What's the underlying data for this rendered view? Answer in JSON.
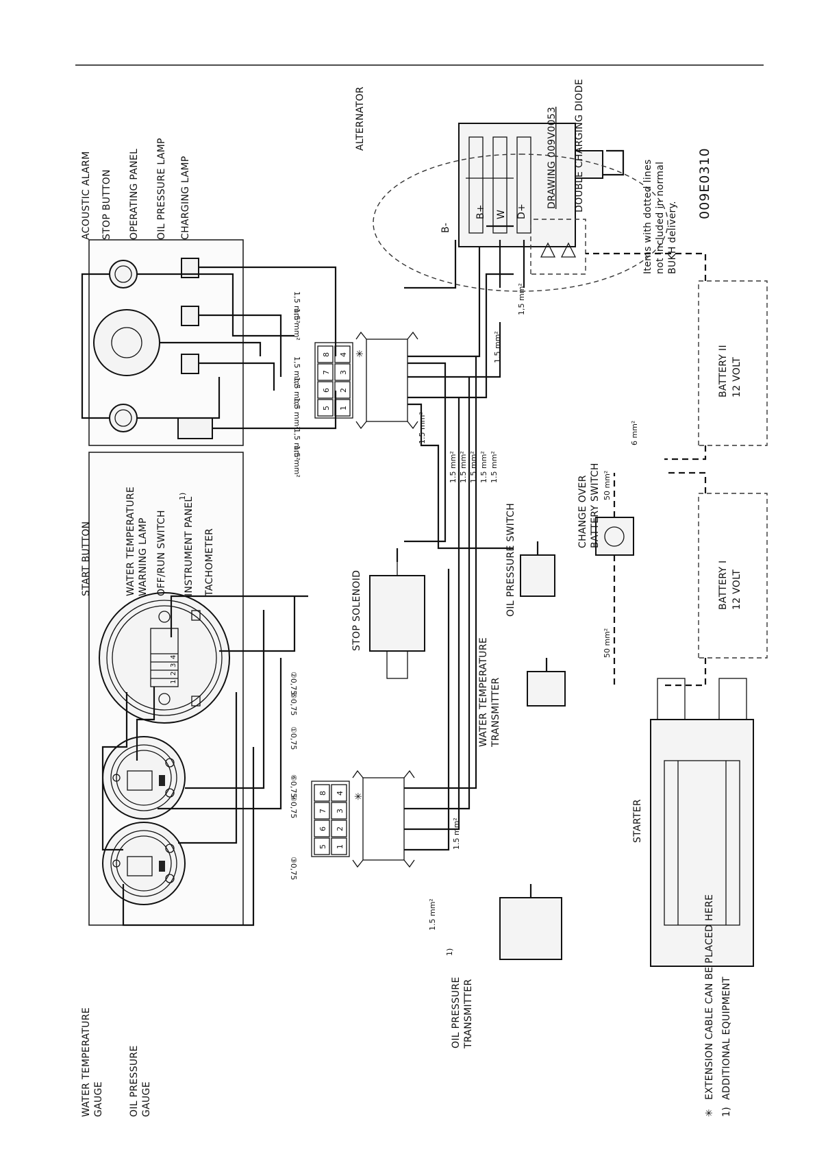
{
  "labels": {
    "water_temp_gauge": [
      "WATER TEMPERATURE",
      "GAUGE"
    ],
    "oil_pressure_gauge": [
      "OIL PRESSURE",
      "GAUGE"
    ],
    "start_button": "START BUTTON",
    "water_temp_lamp": [
      "WATER TEMPERATURE",
      "WARNING LAMP"
    ],
    "off_run_switch": "OFF/RUN SWITCH",
    "instrument_panel": "INSTRUMENT PANEL",
    "instrument_panel_note": "1)",
    "tachometer": "TACHOMETER",
    "acoustic_alarm": "ACOUSTIC ALARM",
    "stop_button": "STOP BUTTON",
    "operating_panel": "OPERATING PANEL",
    "oil_pressure_lamp": "OIL PRESSURE LAMP",
    "charging_lamp": "CHARGING LAMP",
    "alternator": "ALTERNATOR",
    "drawing_ref": "DRAWING 009V0053",
    "double_charging_diode": "DOUBLE CHARGING DIODE",
    "dotted_note": [
      "Items with dotted lines",
      "not included in normal",
      "BUKH delivery."
    ],
    "code": "009E0310",
    "stop_solenoid": "STOP SOLENOID",
    "oil_pressure_switch": "OIL PRESSURE SWITCH",
    "water_temp_transmitter": [
      "WATER TEMPERATURE",
      "TRANSMITTER"
    ],
    "oil_pressure_transmitter": [
      "OIL PRESSURE",
      "TRANSMITTER"
    ],
    "oil_pressure_transmitter_note": "1)",
    "starter": "STARTER",
    "change_over_switch": [
      "CHANGE OVER",
      "BATTERY SWITCH"
    ],
    "battery_1": [
      "BATTERY I",
      "12 VOLT"
    ],
    "battery_2": [
      "BATTERY II",
      "12 VOLT"
    ],
    "footnote_1": "EXTENSION CABLE CAN BE PLACED HERE",
    "footnote_2": "ADDITIONAL EQUIPMENT",
    "footnote_1_marker": "✳",
    "footnote_2_marker": "1)"
  },
  "terminals": {
    "b_minus": "B-",
    "b_plus": "B+",
    "w": "W",
    "d_plus": "D+"
  },
  "wire_sizes": {
    "w15": "1,5 mm²",
    "w15dot": "1.5 mm²",
    "w075": "0,75 mm²",
    "w6": "6 mm²",
    "w50": "50 mm²"
  },
  "wire_tags": {
    "t2": "②0,75",
    "t5": "⑤0,75",
    "t1": "①0,75",
    "t6": "⑥0,75",
    "t4": "④0,75",
    "t3": "③0,75"
  },
  "plug_numbers": {
    "upper_left": [
      "5",
      "6",
      "7",
      "8"
    ],
    "upper_right": [
      "1",
      "2",
      "3",
      "4"
    ],
    "lower_left": [
      "5",
      "6",
      "7",
      "8"
    ],
    "lower_right": [
      "1",
      "2",
      "3",
      "4"
    ]
  },
  "colors": {
    "ink": "#111111",
    "paper": "#ffffff"
  }
}
